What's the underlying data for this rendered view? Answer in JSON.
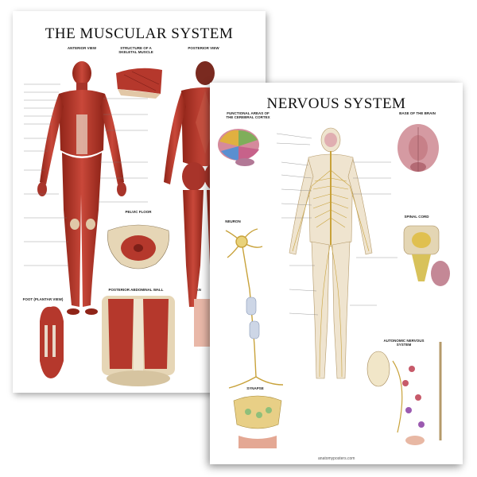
{
  "muscular_poster": {
    "title": "THE MUSCULAR SYSTEM",
    "panels": {
      "anterior": "ANTERIOR VIEW",
      "structure": "STRUCTURE OF A SKELETAL MUSCLE",
      "posterior": "POSTERIOR VIEW",
      "pelvic": "PELVIC FLOOR",
      "abdominal": "POSTERIOR ABDOMINAL WALL",
      "foot": "FOOT (PLANTAR VIEW)",
      "hand": "HAN"
    }
  },
  "nervous_poster": {
    "title": "NERVOUS SYSTEM",
    "panels": {
      "cortex": "FUNCTIONAL AREAS OF THE CEREBRAL CORTEX",
      "brain_base": "BASE OF THE BRAIN",
      "neuron": "NEURON",
      "spinal": "SPINAL CORD",
      "autonomic": "AUTONOMIC NERVOUS SYSTEM",
      "synapse": "SYNAPSE"
    },
    "footer": "anatomyposters.com"
  },
  "colors": {
    "muscle": "#b5382c",
    "muscle_dark": "#7d1f18",
    "nerve": "#d8c25a",
    "bone": "#e8dcc0",
    "brain_pink": "#d58a9c"
  }
}
